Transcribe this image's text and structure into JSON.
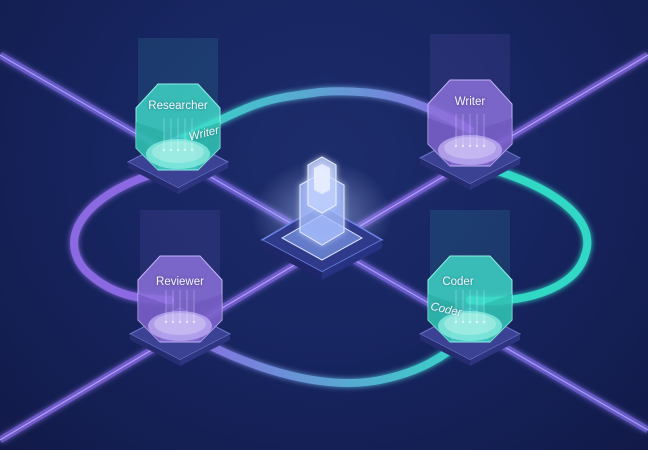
{
  "title": "Multi-agent network illustration",
  "colors": {
    "background": "#172561",
    "teal": "#2fd6c4",
    "purple": "#8a66e0",
    "hub": "#a9c2ff",
    "platform": "#3a3f8f"
  },
  "hub": {
    "name": "central-hub",
    "icon": "server-tower-icon"
  },
  "nodes": [
    {
      "id": "researcher",
      "color": "teal",
      "labels": [
        "Researcher",
        "Writer"
      ]
    },
    {
      "id": "writer",
      "color": "purple",
      "labels": [
        "Writer"
      ]
    },
    {
      "id": "reviewer",
      "color": "purple",
      "labels": [
        "Reviewer"
      ]
    },
    {
      "id": "coder",
      "color": "teal",
      "labels": [
        "Coder",
        "Coder"
      ]
    }
  ]
}
